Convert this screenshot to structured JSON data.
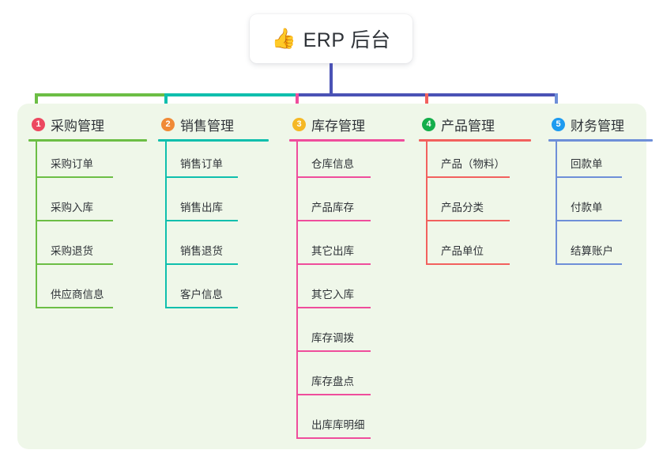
{
  "root": {
    "emoji": "👍",
    "emoji_name": "thumbs-up-icon",
    "title": "ERP 后台"
  },
  "panel": {
    "background": "#eff7e9"
  },
  "connectors": {
    "stem_color": "#4a52b5",
    "bus_segments": [
      {
        "color": "#6cbe45"
      },
      {
        "color": "#0fbfad"
      },
      {
        "color": "#4a52b5"
      }
    ]
  },
  "columns": [
    {
      "number": "1",
      "title": "采购管理",
      "badge_color": "#ec4860",
      "accent": "#6cbe45",
      "items": [
        {
          "label": "采购订单"
        },
        {
          "label": "采购入库"
        },
        {
          "label": "采购退货"
        },
        {
          "label": "供应商信息"
        }
      ]
    },
    {
      "number": "2",
      "title": "销售管理",
      "badge_color": "#f08a37",
      "accent": "#0fbfad",
      "items": [
        {
          "label": "销售订单"
        },
        {
          "label": "销售出库"
        },
        {
          "label": "销售退货"
        },
        {
          "label": "客户信息"
        }
      ]
    },
    {
      "number": "3",
      "title": "库存管理",
      "badge_color": "#f5b825",
      "accent": "#ef4d9c",
      "items": [
        {
          "label": "仓库信息"
        },
        {
          "label": "产品库存"
        },
        {
          "label": "其它出库"
        },
        {
          "label": "其它入库"
        },
        {
          "label": "库存调拨"
        },
        {
          "label": "库存盘点"
        },
        {
          "label": "出库库明细"
        }
      ]
    },
    {
      "number": "4",
      "title": "产品管理",
      "badge_color": "#14ae4b",
      "accent": "#f2615e",
      "items": [
        {
          "label": "产品（物料）"
        },
        {
          "label": "产品分类"
        },
        {
          "label": "产品单位"
        }
      ]
    },
    {
      "number": "5",
      "title": "财务管理",
      "badge_color": "#1d9bf0",
      "accent": "#6e8fd8",
      "items": [
        {
          "label": "回款单"
        },
        {
          "label": "付款单"
        },
        {
          "label": "结算账户"
        }
      ]
    }
  ]
}
